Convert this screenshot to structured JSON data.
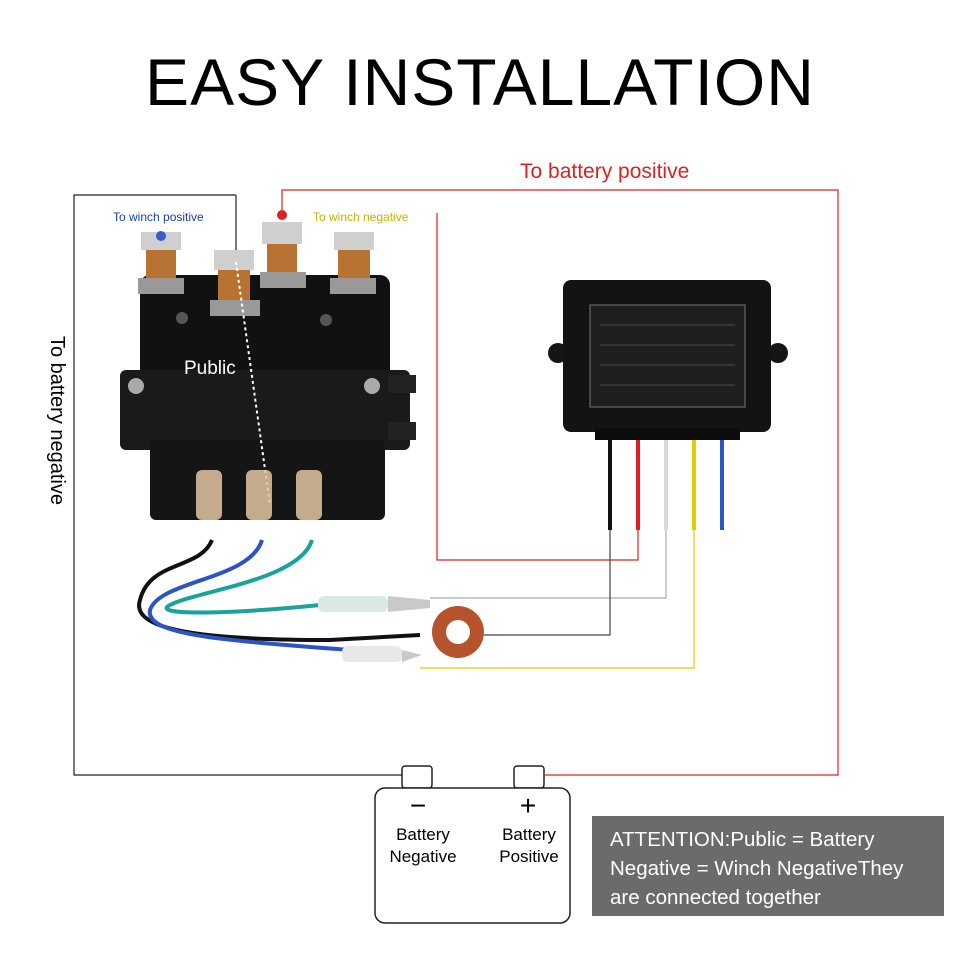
{
  "title": "EASY INSTALLATION",
  "labels": {
    "battery_positive_wire": "To battery positive",
    "battery_negative_wire": "To battery negative",
    "winch_positive": "To winch positive",
    "winch_negative": "To winch negative",
    "public_terminal": "Public"
  },
  "battery": {
    "negative_symbol": "−",
    "positive_symbol": "+",
    "negative_label_line1": "Battery",
    "negative_label_line2": "Negative",
    "positive_label_line1": "Battery",
    "positive_label_line2": "Positive"
  },
  "attention_note": {
    "line1": "ATTENTION:Public = Battery",
    "line2": "Negative = Winch NegativeThey",
    "line3": "are connected together"
  },
  "colors": {
    "positive_wire": "#e02020",
    "negative_wire": "#000000",
    "winch_positive_label": "#1a3db8",
    "winch_negative_label": "#c9b200",
    "note_background": "#6b6b6b"
  }
}
